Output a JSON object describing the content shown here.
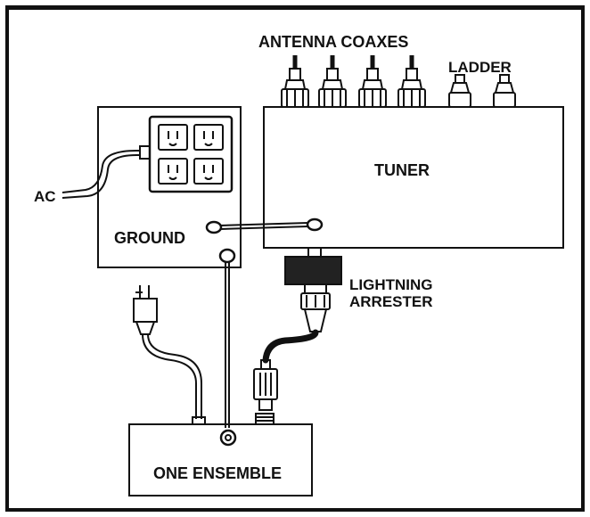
{
  "labels": {
    "antenna_coaxes": "ANTENNA COAXES",
    "ladder": "LADDER",
    "tuner": "TUNER",
    "ac": "AC",
    "ground": "GROUND",
    "lightning": "LIGHTNING",
    "arrester": "ARRESTER",
    "one_ensemble": "ONE ENSEMBLE"
  },
  "colors": {
    "ink": "#111111",
    "paper": "#ffffff"
  }
}
